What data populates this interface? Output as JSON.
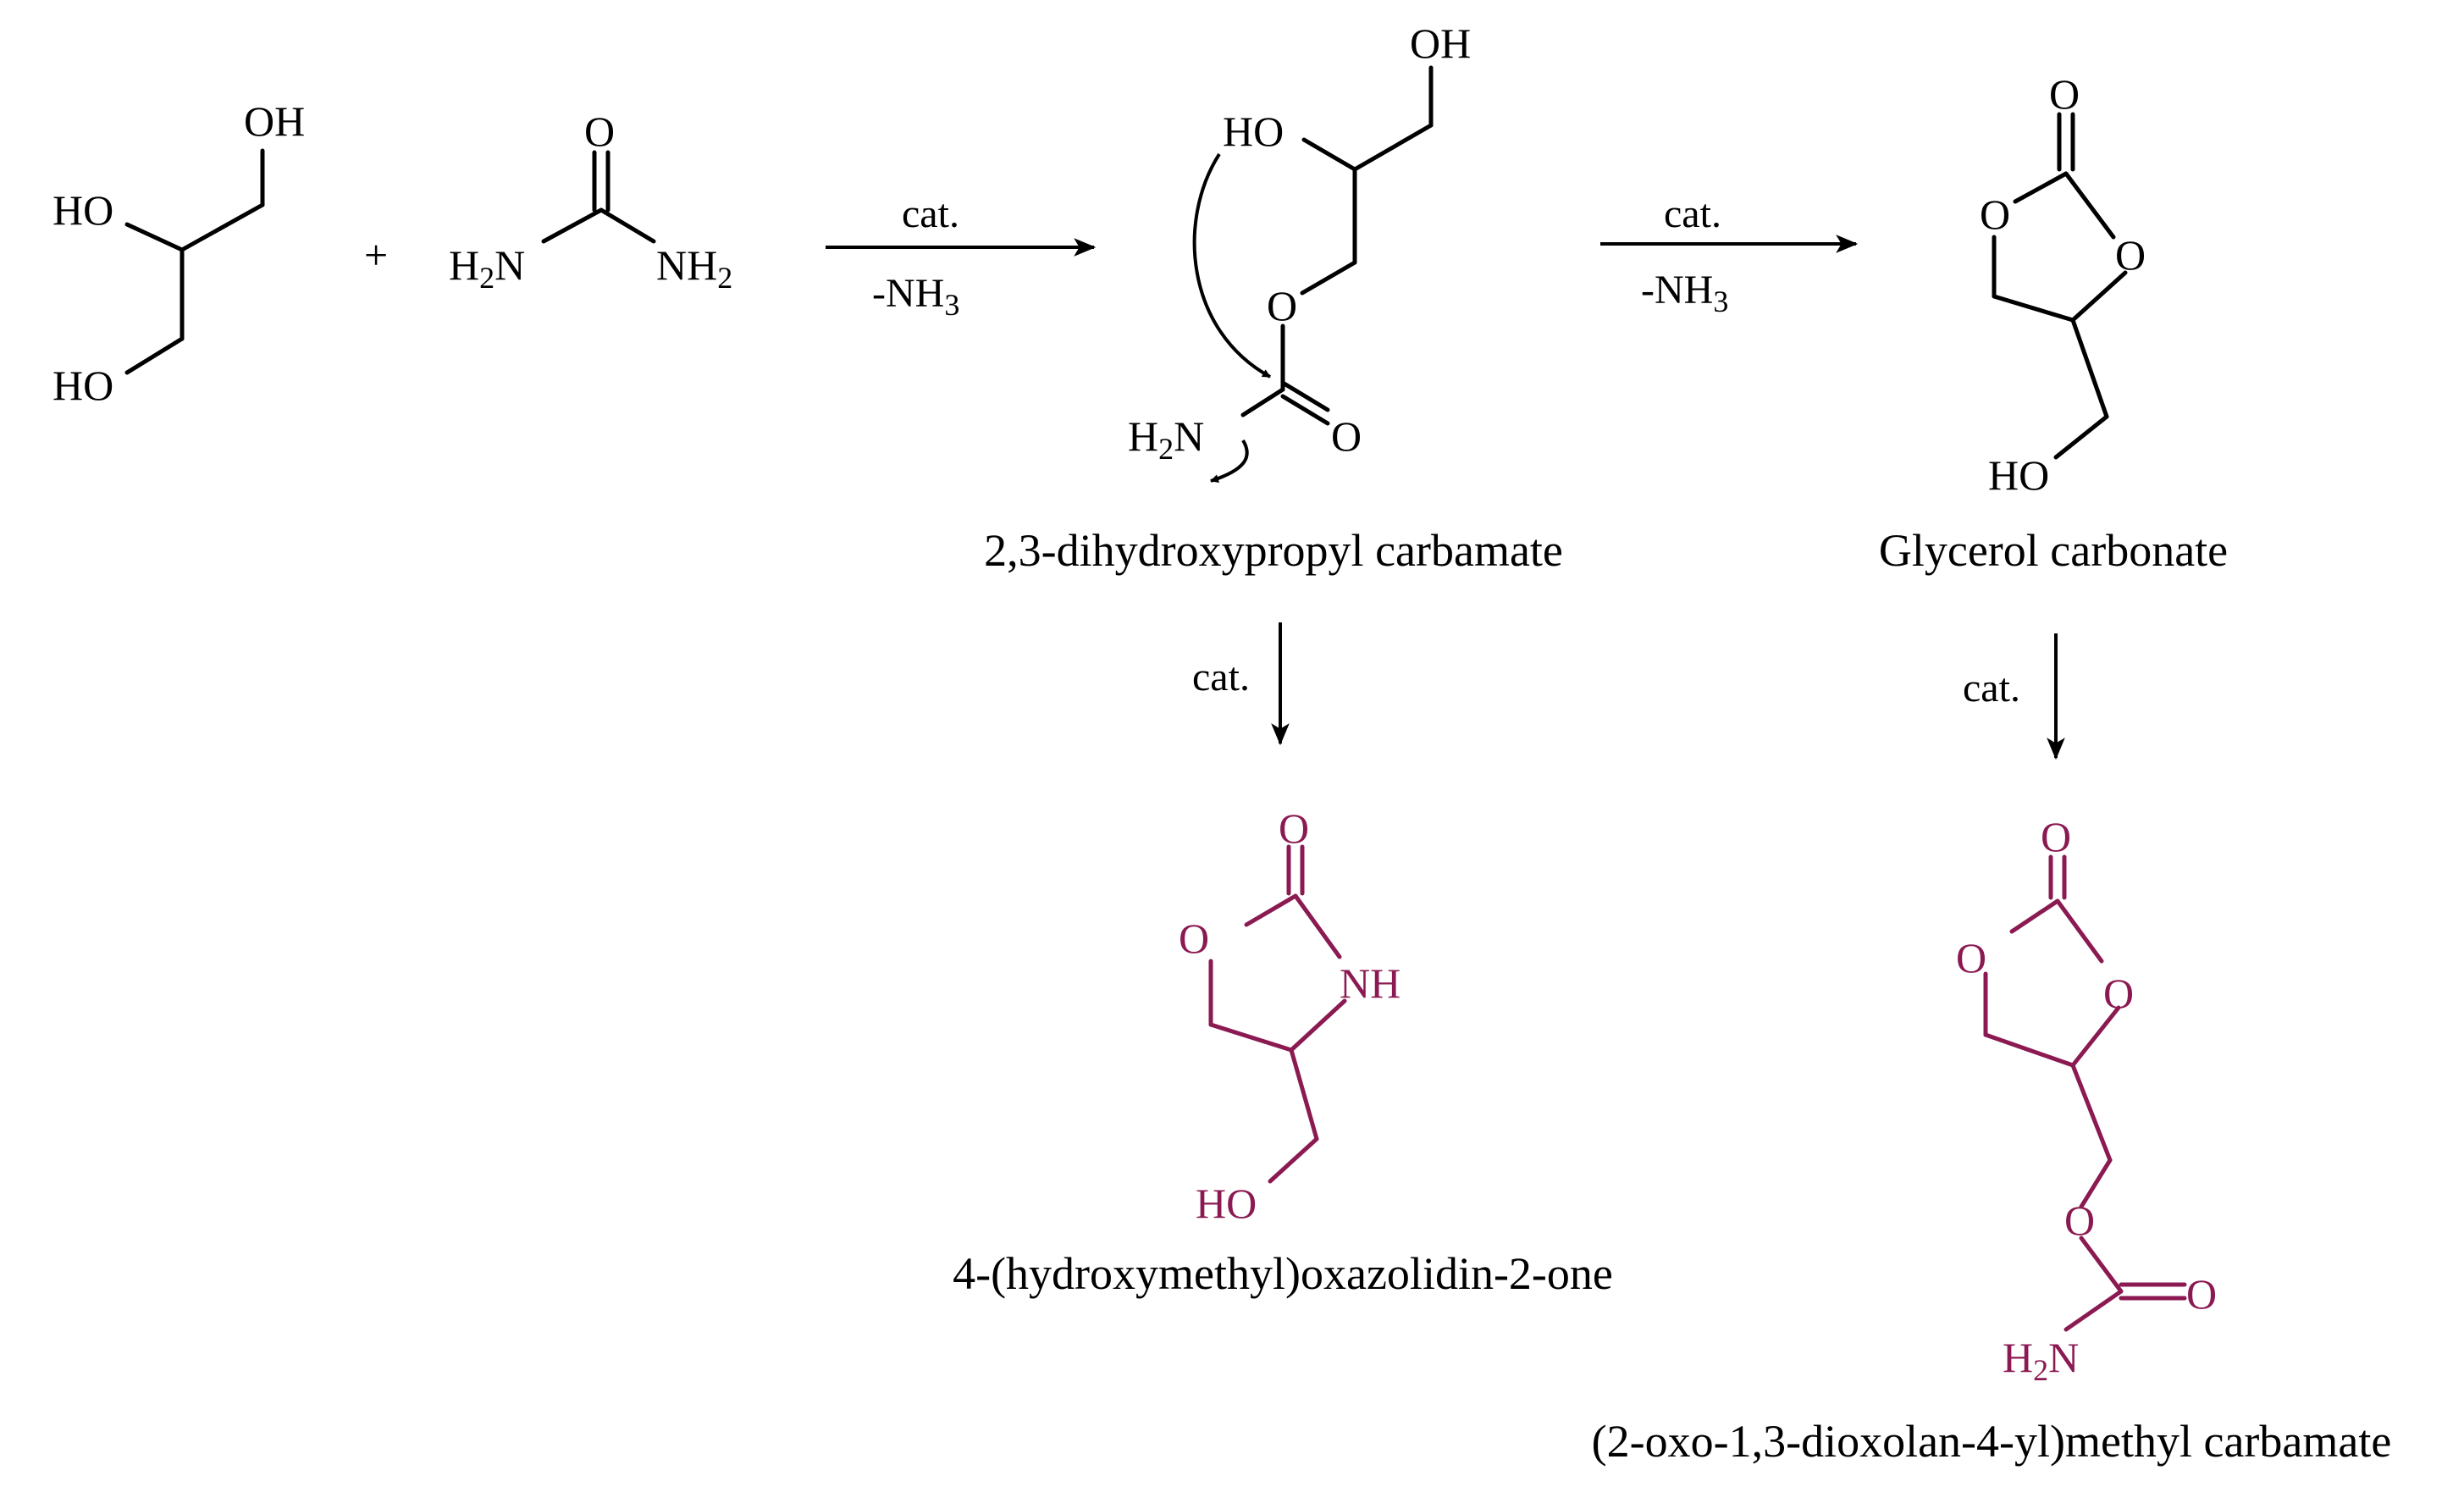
{
  "colors": {
    "black": "#000000",
    "product": "#8B1A52"
  },
  "atoms": {
    "oh": "OH",
    "ho": "HO",
    "o": "O",
    "nh": "NH",
    "n": "N",
    "h": "H",
    "two": "2",
    "three": "3",
    "plus": "+"
  },
  "conditions": {
    "cat": "cat.",
    "minus_nh": "-NH"
  },
  "names": {
    "carbamate": "2,3-dihydroxypropyl carbamate",
    "glycerol_carbonate": "Glycerol carbonate",
    "oxazolidinone": "4-(hydroxymethyl)oxazolidin-2-one",
    "dioxolanyl_carbamate": "(2-oxo-1,3-dioxolan-4-yl)methyl carbamate"
  }
}
